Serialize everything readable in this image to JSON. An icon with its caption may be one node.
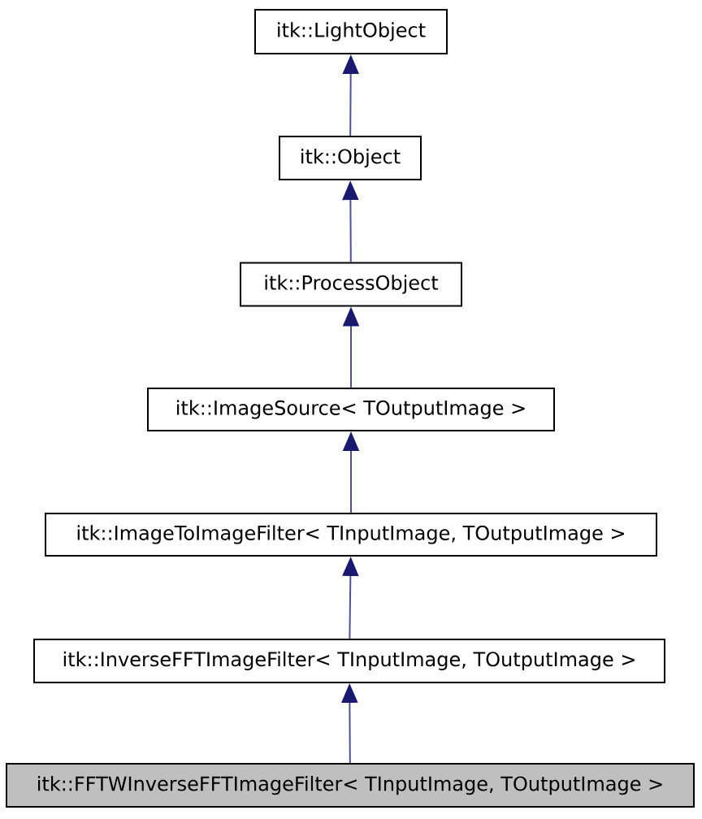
{
  "diagram": {
    "nodes": [
      {
        "text": [
          "itk::LightObject"
        ]
      },
      {
        "text": [
          "itk::Object"
        ]
      },
      {
        "text": [
          "itk::ProcessObject"
        ]
      },
      {
        "text": [
          "itk::ImageSource< TOutputImage >"
        ]
      },
      {
        "text": [
          "itk::ImageToImageFilter< TInputImage, TOutputImage >"
        ]
      },
      {
        "text": [
          "itk::InverseFFTImageFilter< TInputImage, TOutputImage >"
        ]
      },
      {
        "text": [
          "itk::FFTWInverseFFTImageFilter< TInputImage, TOutputImage >"
        ]
      }
    ],
    "edges": [
      {
        "from": 1,
        "to": 0,
        "arrow": "to"
      },
      {
        "from": 2,
        "to": 1,
        "arrow": "to"
      },
      {
        "from": 3,
        "to": 2,
        "arrow": "to"
      },
      {
        "from": 4,
        "to": 3,
        "arrow": "to"
      },
      {
        "from": 5,
        "to": 4,
        "arrow": "to"
      },
      {
        "from": 6,
        "to": 5,
        "arrow": "to"
      }
    ]
  }
}
